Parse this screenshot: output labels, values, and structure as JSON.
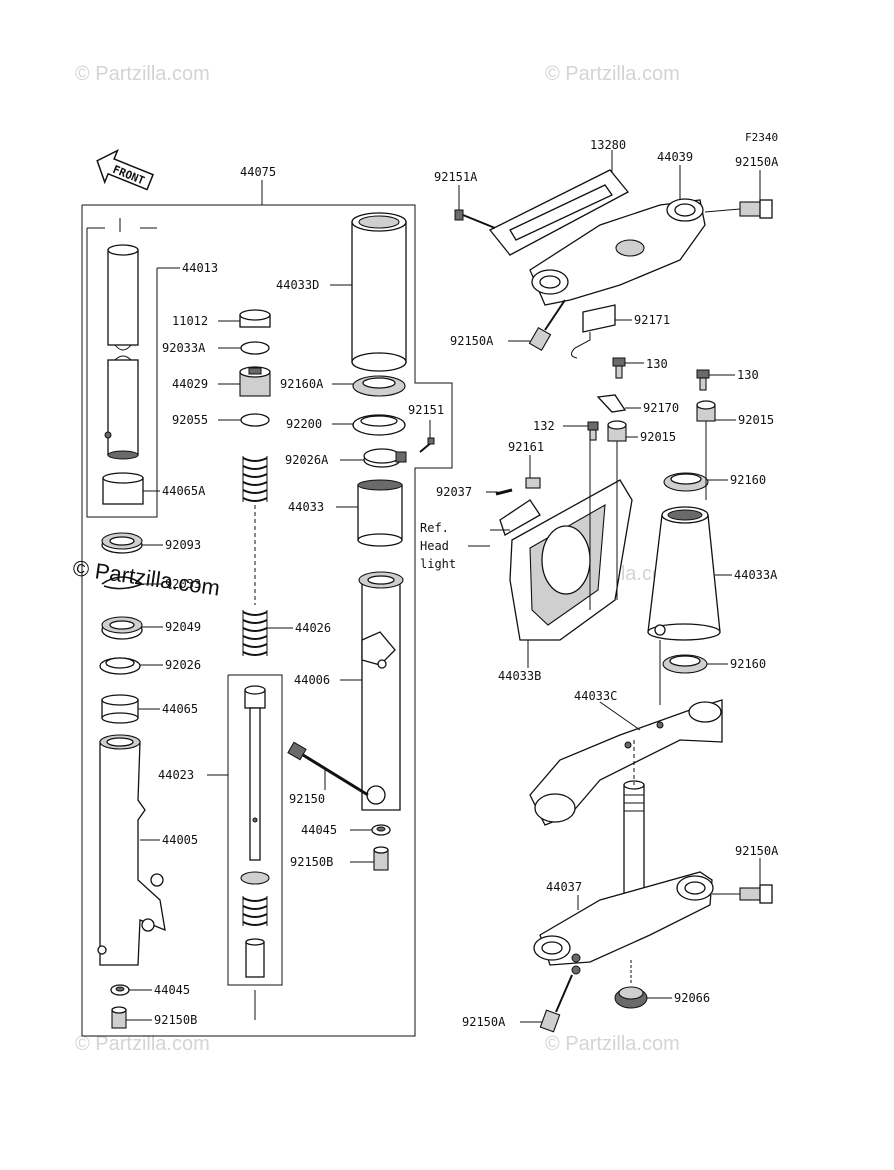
{
  "figure_code": "F2340",
  "front_arrow_label": "FRONT",
  "watermark": "© Partzilla.com",
  "ref_note": [
    "Ref.",
    "Head",
    "light"
  ],
  "parts": {
    "p44075": "44075",
    "p44013": "44013",
    "p44033D": "44033D",
    "p11012": "11012",
    "p92033A": "92033A",
    "p44029": "44029",
    "p92160A": "92160A",
    "p92055": "92055",
    "p92200": "92200",
    "p92151": "92151",
    "p92026A": "92026A",
    "p44065A": "44065A",
    "p44033": "44033",
    "p92093": "92093",
    "p92033": "92033",
    "p92049": "92049",
    "p44026": "44026",
    "p92026": "92026",
    "p44006": "44006",
    "p44065": "44065",
    "p44023": "44023",
    "p92150": "92150",
    "p44005": "44005",
    "p44045a": "44045",
    "p92150B_a": "92150B",
    "p44045b": "44045",
    "p92150B_b": "92150B",
    "p13280": "13280",
    "p44039": "44039",
    "p92151A": "92151A",
    "p92150A_a": "92150A",
    "p92171": "92171",
    "p92150A_b": "92150A",
    "p130a": "130",
    "p130b": "130",
    "p92170": "92170",
    "p132": "132",
    "p92015a": "92015",
    "p92015b": "92015",
    "p92161": "92161",
    "p92037": "92037",
    "p92160a": "92160",
    "p44033A": "44033A",
    "p44033B": "44033B",
    "p92160b": "92160",
    "p44033C": "44033C",
    "p92150A_c": "92150A",
    "p44037": "44037",
    "p92066": "92066",
    "p92150A_d": "92150A"
  },
  "icons": [
    "front-arrow-icon",
    "watermark-copyright-icon"
  ]
}
